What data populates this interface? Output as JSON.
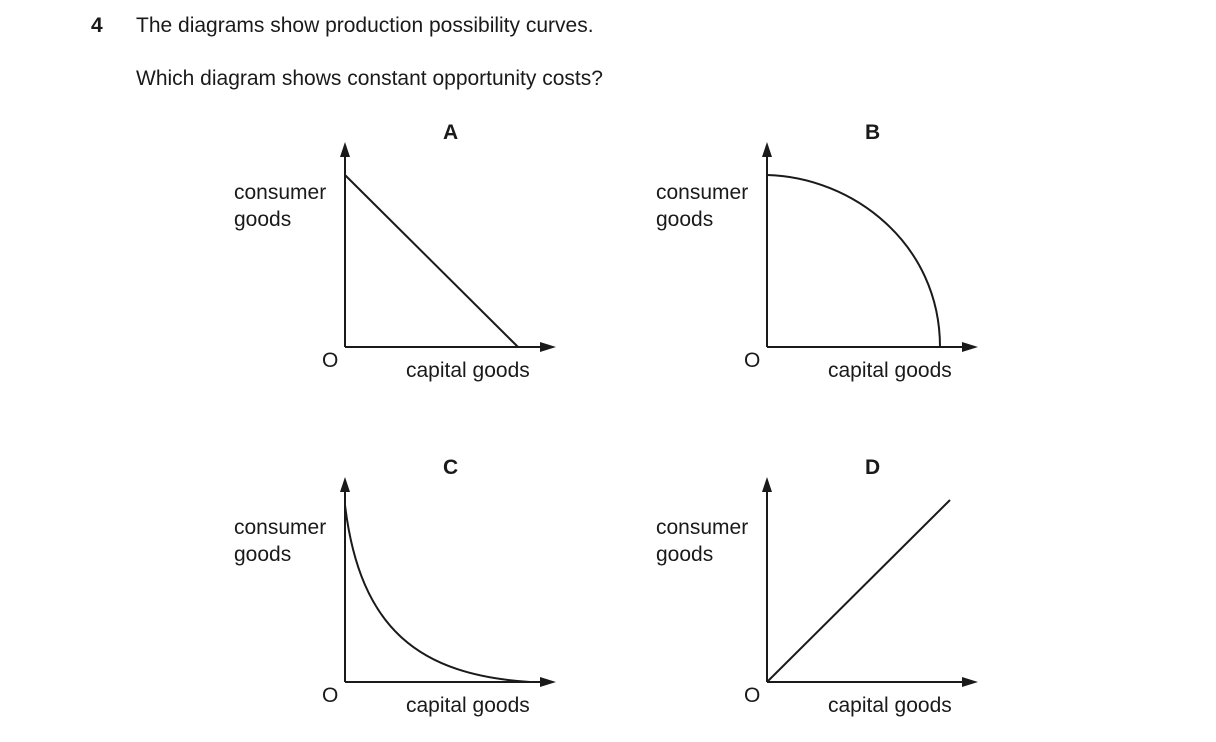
{
  "question": {
    "number": "4",
    "stem": "The diagrams show production possibility curves.",
    "prompt": "Which diagram shows constant opportunity costs?"
  },
  "diagrams": [
    {
      "letter": "A",
      "y_label_line1": "consumer",
      "y_label_line2": "goods",
      "x_label": "capital goods",
      "origin": "O",
      "curve": "straight-line-downward"
    },
    {
      "letter": "B",
      "y_label_line1": "consumer",
      "y_label_line2": "goods",
      "x_label": "capital goods",
      "origin": "O",
      "curve": "concave-to-origin"
    },
    {
      "letter": "C",
      "y_label_line1": "consumer",
      "y_label_line2": "goods",
      "x_label": "capital goods",
      "origin": "O",
      "curve": "convex-to-origin"
    },
    {
      "letter": "D",
      "y_label_line1": "consumer",
      "y_label_line2": "goods",
      "x_label": "capital goods",
      "origin": "O",
      "curve": "straight-line-upward"
    }
  ]
}
